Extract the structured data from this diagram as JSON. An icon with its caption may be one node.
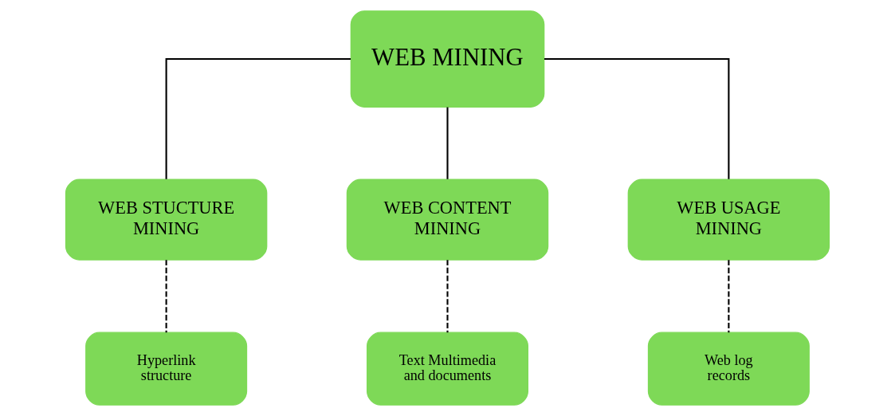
{
  "diagram": {
    "nodes": [
      {
        "text": [
          "WEB MINING"
        ]
      },
      {
        "text": [
          "WEB STUCTURE MINING"
        ]
      },
      {
        "text": [
          "WEB CONTENT MINING"
        ]
      },
      {
        "text": [
          "WEB USAGE MINING"
        ]
      },
      {
        "text": [
          "Hyperlink structure"
        ]
      },
      {
        "text": [
          "Text Multimedia and documents"
        ]
      },
      {
        "text": [
          "Web log records"
        ]
      }
    ],
    "edges": [
      {
        "from": 0,
        "to": 1,
        "arrow": "none"
      },
      {
        "from": 0,
        "to": 2,
        "arrow": "none"
      },
      {
        "from": 0,
        "to": 3,
        "arrow": "none"
      },
      {
        "from": 1,
        "to": 4,
        "arrow": "none",
        "style": "dashed"
      },
      {
        "from": 2,
        "to": 5,
        "arrow": "none",
        "style": "dashed"
      },
      {
        "from": 3,
        "to": 6,
        "arrow": "none",
        "style": "dashed"
      }
    ]
  }
}
